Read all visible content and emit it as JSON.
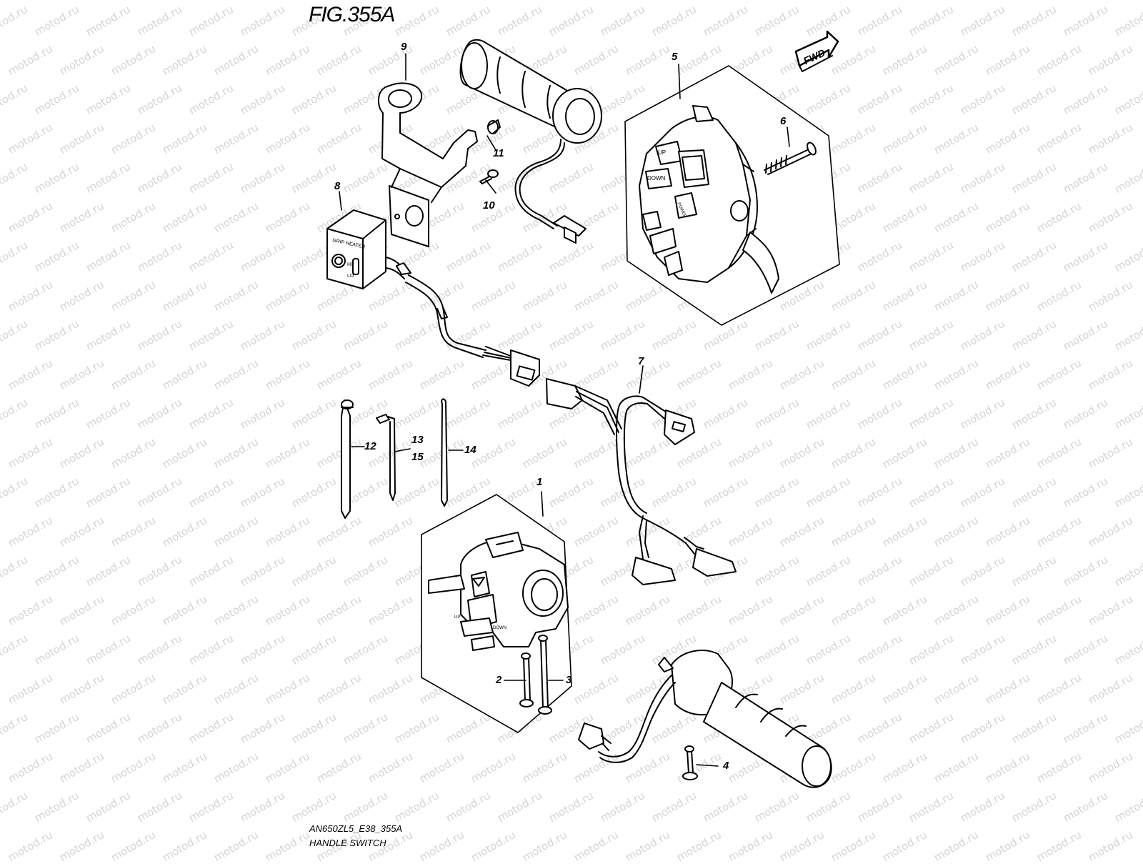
{
  "figure": {
    "title": "FIG.355A",
    "code": "AN650ZL5_E38_355A",
    "name": "HANDLE SWITCH",
    "watermark": "motod.ru",
    "fwd_label": "FWD"
  },
  "switch_texts": {
    "up": "UP",
    "down": "DOWN",
    "power": "POWER",
    "grip_heater": "GRIP HEATER",
    "hi": "HI",
    "lo": "LO",
    "down_left": "DOWN",
    "up_left": "UP"
  },
  "callouts": [
    {
      "id": "1",
      "label": "1"
    },
    {
      "id": "2",
      "label": "2"
    },
    {
      "id": "3",
      "label": "3"
    },
    {
      "id": "4",
      "label": "4"
    },
    {
      "id": "5",
      "label": "5"
    },
    {
      "id": "6",
      "label": "6"
    },
    {
      "id": "7",
      "label": "7"
    },
    {
      "id": "8",
      "label": "8"
    },
    {
      "id": "9",
      "label": "9"
    },
    {
      "id": "10",
      "label": "10"
    },
    {
      "id": "11",
      "label": "11"
    },
    {
      "id": "12",
      "label": "12"
    },
    {
      "id": "13",
      "label": "13"
    },
    {
      "id": "14",
      "label": "14"
    },
    {
      "id": "15",
      "label": "15"
    }
  ]
}
